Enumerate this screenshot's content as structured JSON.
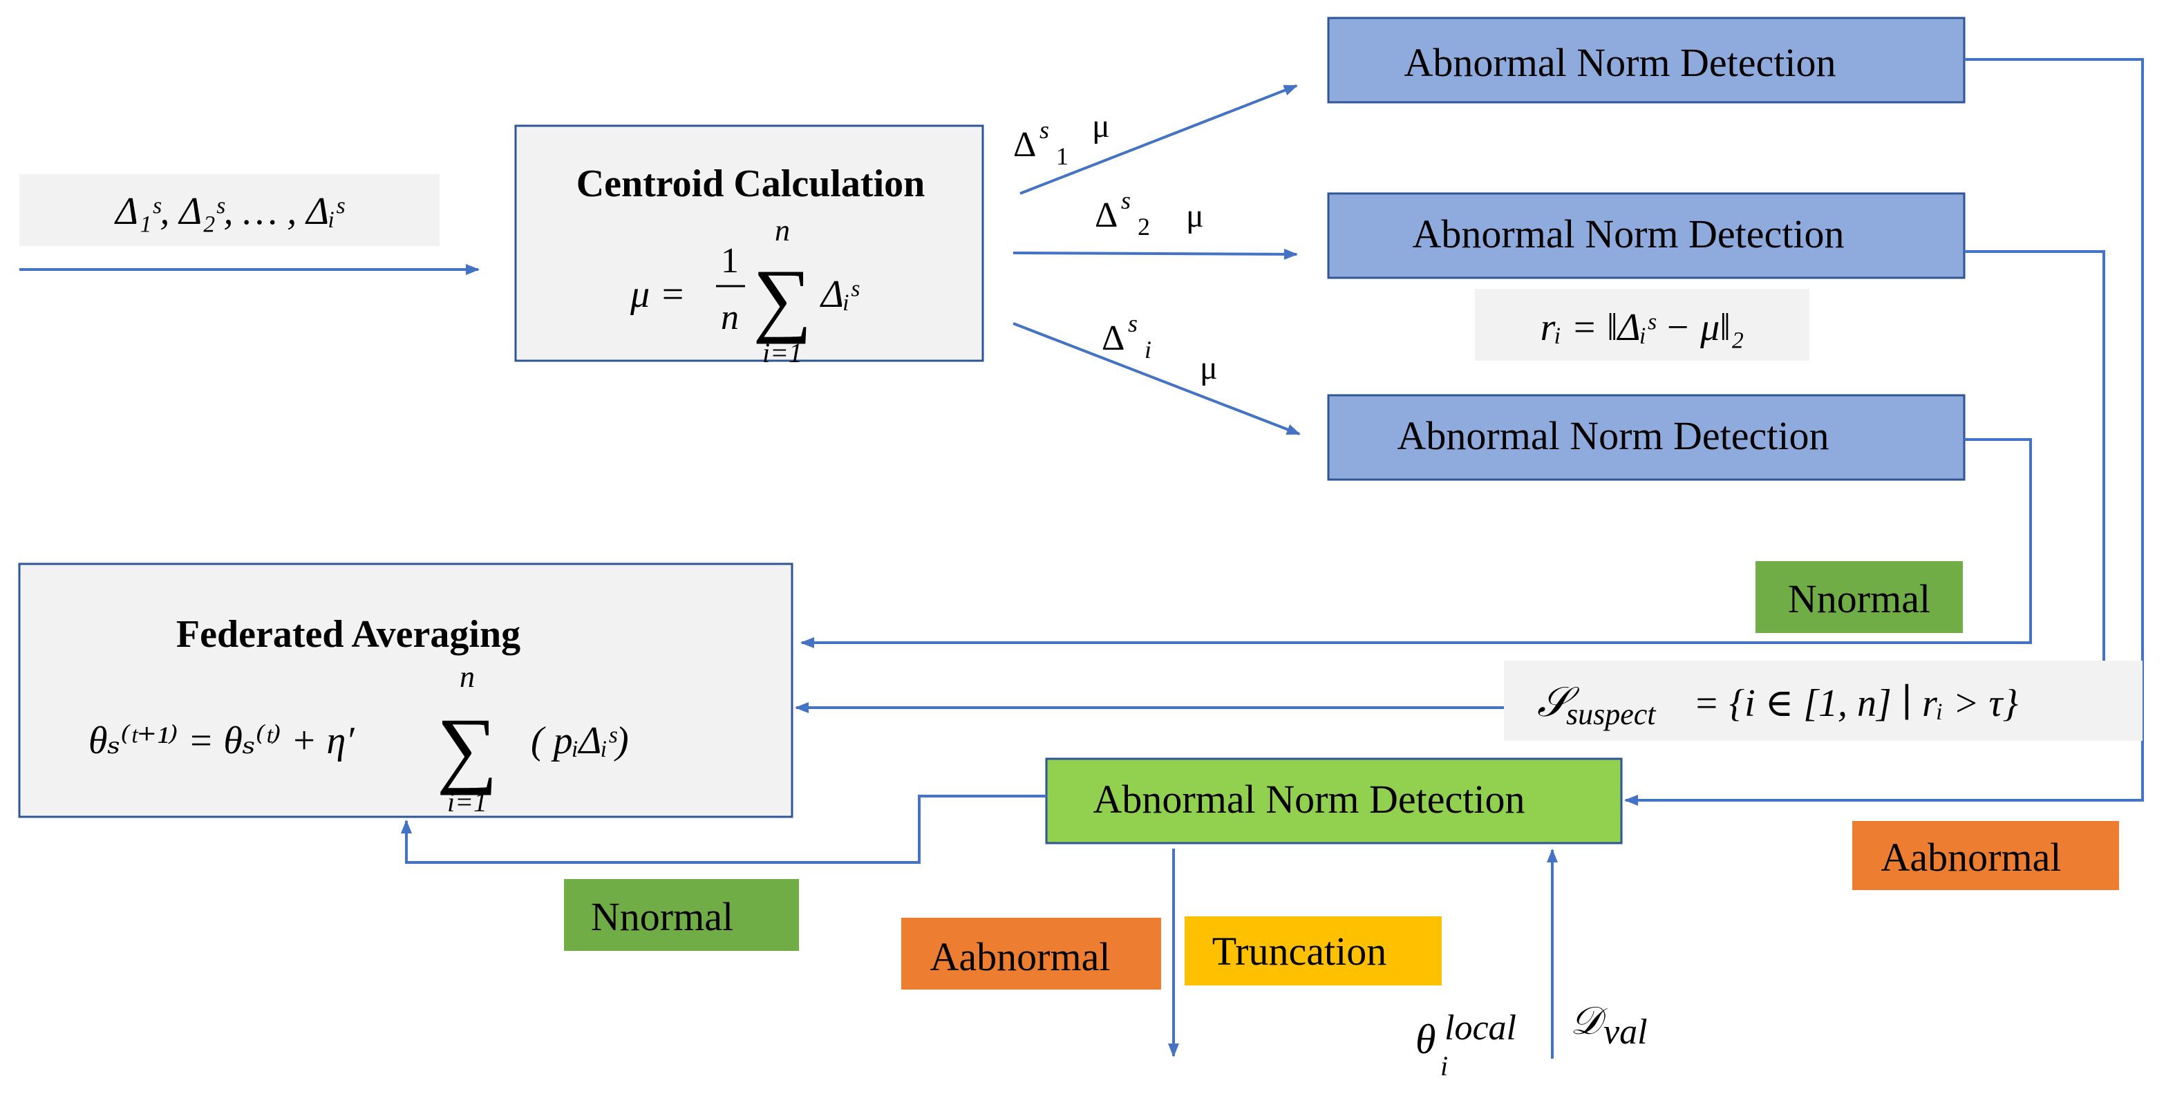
{
  "colors": {
    "arrow": "#4472c4",
    "blue_box_fill": "#8faadc",
    "box_border": "#2f5597",
    "green_box_fill": "#92d050",
    "normal_fill": "#70ad47",
    "abnormal_fill": "#ed7d31",
    "truncation_fill": "#ffc000",
    "gray_fill": "#f2f2f2"
  },
  "input": {
    "updates_label": "Δ₁ˢ, Δ₂ˢ, … , Δᵢˢ"
  },
  "centroid": {
    "title": "Centroid Calculation",
    "formula_lhs": "μ = ",
    "formula_frac_num": "1",
    "formula_frac_den": "n",
    "formula_sum_top": "n",
    "formula_sum_bottom": "i=1",
    "formula_term": "Δᵢˢ"
  },
  "branches": [
    {
      "delta": "Δ",
      "sup": "s",
      "sub": "1",
      "mu": "μ"
    },
    {
      "delta": "Δ",
      "sup": "s",
      "sub": "2",
      "mu": "μ"
    },
    {
      "delta": "Δ",
      "sup": "s",
      "sub": "i",
      "mu": "μ"
    }
  ],
  "detectors": {
    "d1": "Abnormal Norm Detection",
    "d2": "Abnormal Norm Detection",
    "d3": "Abnormal Norm Detection",
    "d4": "Abnormal Norm Detection"
  },
  "norm_formula": "rᵢ = ‖Δᵢˢ − μ‖₂",
  "suspect_set": {
    "S": "𝒮",
    "sub": "suspect",
    "rest": " = {i ∈ [1, n] ∣ rᵢ > τ}"
  },
  "fedavg": {
    "title": "Federated Averaging",
    "lhs": "θₛ⁽ᵗ⁺¹⁾ = θₛ⁽ᵗ⁾ + η′",
    "sum_top": "n",
    "sum_bottom": "i=1",
    "term": "( pᵢΔᵢˢ)"
  },
  "labels": {
    "normal_1": "Nnormal",
    "normal_2": "Nnormal",
    "abnormal_1": "Aabnormal",
    "abnormal_2": "Aabnormal",
    "truncation": "Truncation"
  },
  "inputs_bottom": {
    "theta": "θ",
    "theta_sup": "local",
    "theta_sub": "i",
    "dval": "𝒟",
    "dval_sub": "val"
  }
}
